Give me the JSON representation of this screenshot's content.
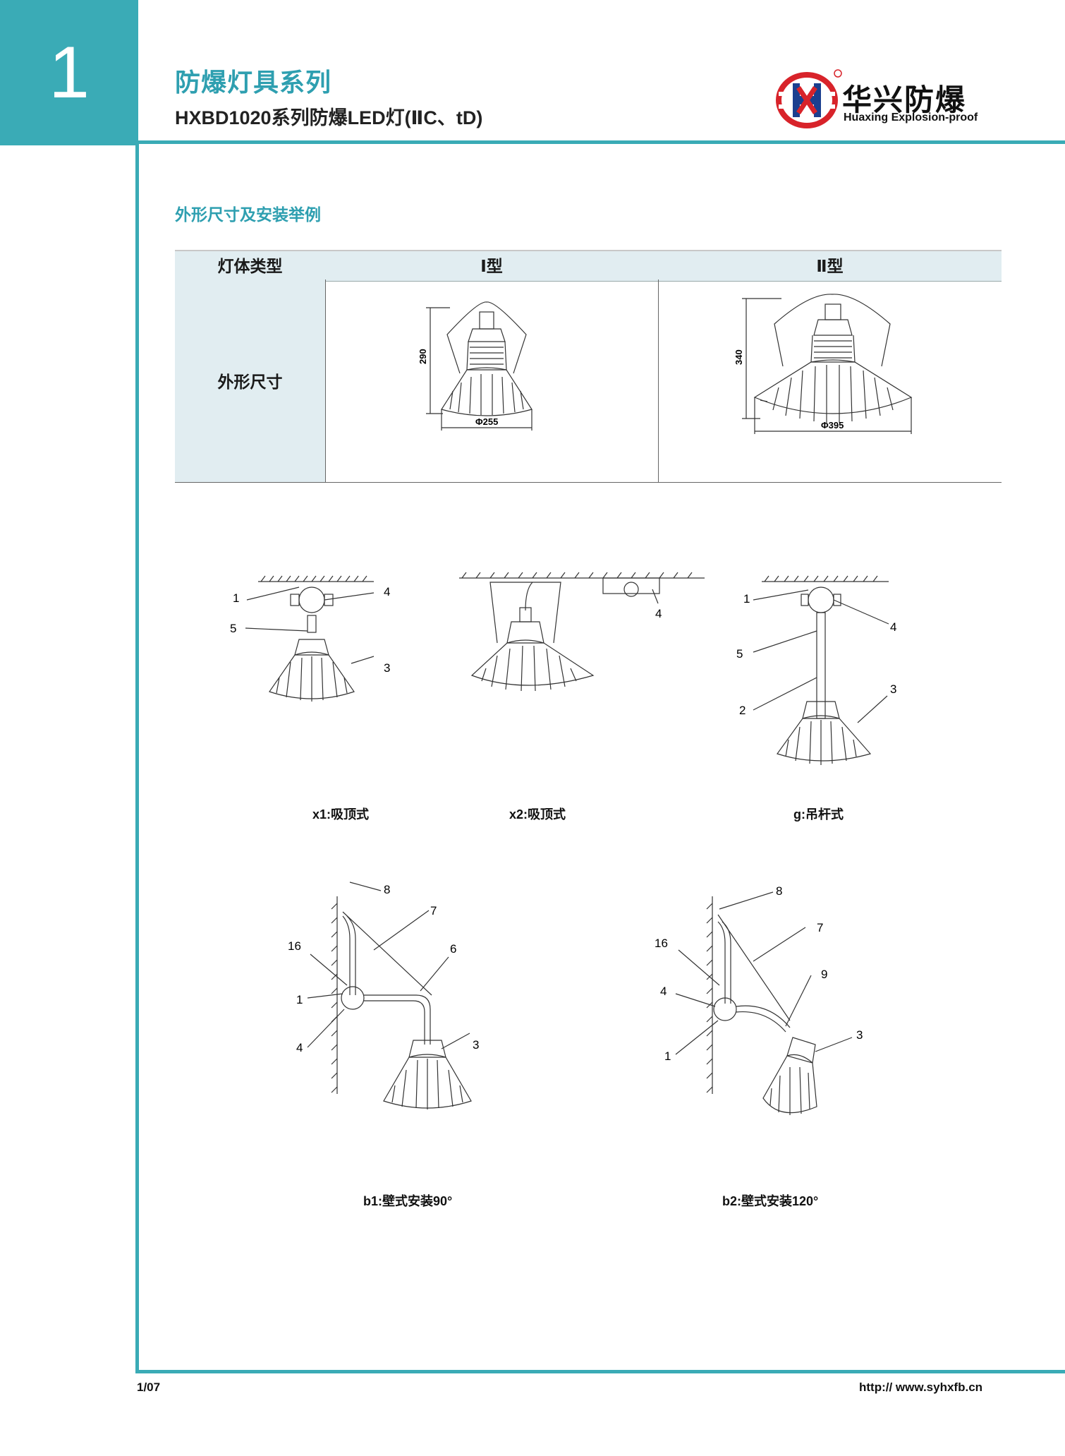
{
  "section_number": "1",
  "header": {
    "title": "防爆灯具系列",
    "subtitle": "HXBD1020系列防爆LED灯(ⅡC、tD)"
  },
  "logo": {
    "name_cn": "华兴防爆",
    "name_en": "Huaxing Explosion-proof",
    "brand_color": "#d8232a"
  },
  "section_heading": "外形尺寸及安装举例",
  "spec_table": {
    "col_header": "灯体类型",
    "type1": "Ⅰ型",
    "type2": "Ⅱ型",
    "row_label": "外形尺寸",
    "type1_height": "290",
    "type1_diameter": "Φ255",
    "type2_height": "340",
    "type2_diameter": "Φ395"
  },
  "installations": {
    "x1": {
      "caption": "x1:吸顶式",
      "labels": [
        "1",
        "4",
        "5",
        "3"
      ]
    },
    "x2": {
      "caption": "x2:吸顶式",
      "labels": [
        "4"
      ]
    },
    "g": {
      "caption": "g:吊杆式",
      "labels": [
        "1",
        "4",
        "5",
        "2",
        "3"
      ]
    },
    "b1": {
      "caption": "b1:壁式安装90°",
      "labels": [
        "8",
        "7",
        "16",
        "6",
        "1",
        "4",
        "3"
      ]
    },
    "b2": {
      "caption": "b2:壁式安装120°",
      "labels": [
        "8",
        "7",
        "16",
        "9",
        "4",
        "1",
        "3"
      ]
    }
  },
  "footer": {
    "page": "1/07",
    "url": "http:// www.syhxfb.cn"
  },
  "colors": {
    "accent": "#3aabb6",
    "heading": "#2e9fb0",
    "table_fill": "#e1edf1"
  }
}
